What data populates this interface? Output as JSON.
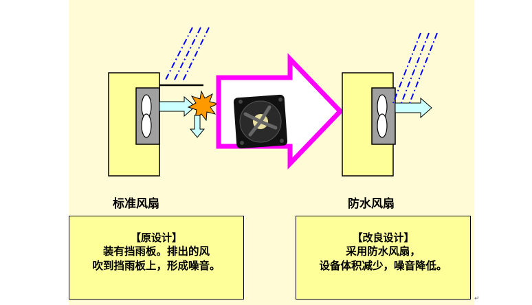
{
  "left": {
    "caption": "标准风扇",
    "note_title": "【原设计】",
    "note_lines": [
      "装有挡雨板。排出的风",
      "吹到挡雨板上，形成噪音。"
    ]
  },
  "right": {
    "caption": "防水风扇",
    "note_title": "【改良设计】",
    "note_lines": [
      "采用防水风扇，",
      "设备体积减少，噪音降低。"
    ]
  },
  "colors": {
    "background_panel": "#fffbd6",
    "wall": "#ffff99",
    "big_arrow": "#ff00ff",
    "airflow_arrow": "#ccffff",
    "rain": "#0000ff",
    "spark": "#ff9900",
    "fan_body": "#111111"
  },
  "corner_mark": "↵"
}
